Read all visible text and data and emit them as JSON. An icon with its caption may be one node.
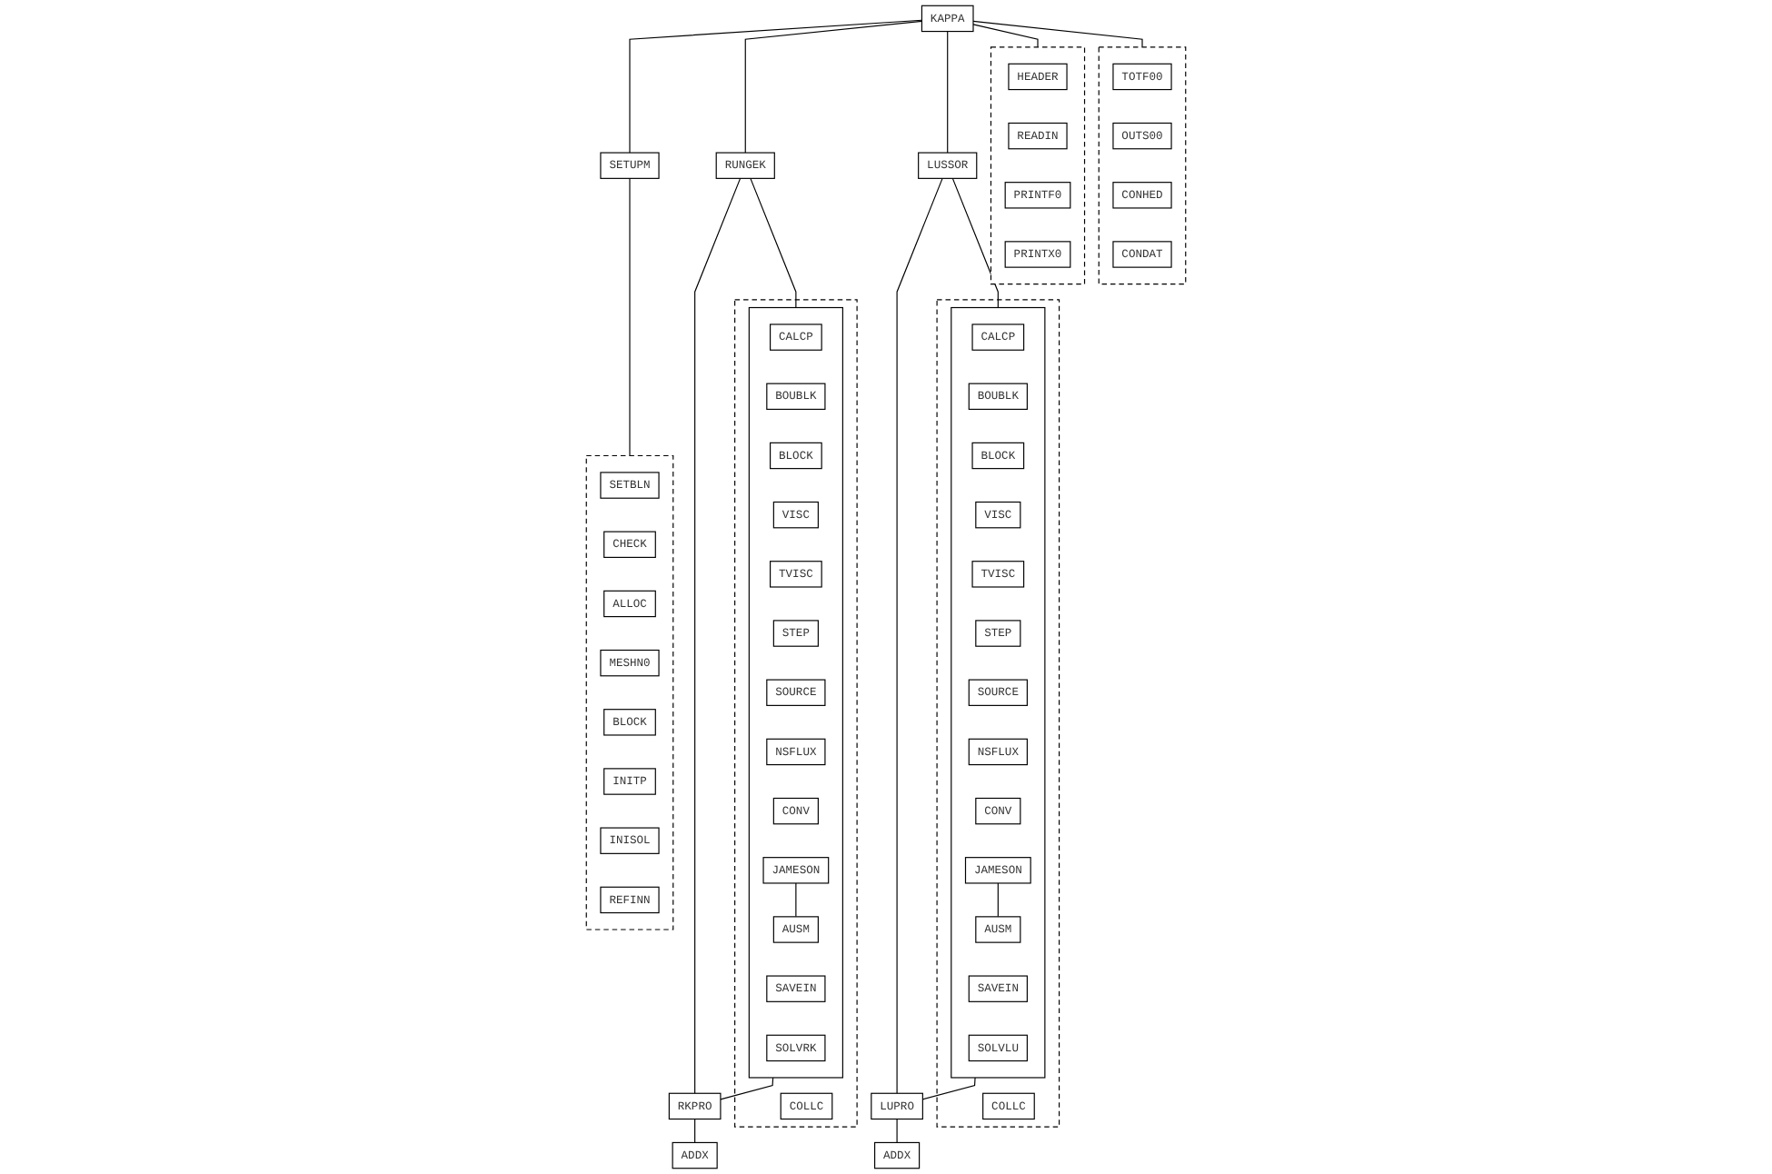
{
  "diagram": {
    "nodes": [
      {
        "text": [
          "KAPPA"
        ]
      },
      {
        "text": [],
        "shape": "box"
      },
      {
        "text": [
          "HEADER"
        ],
        "in": 1
      },
      {
        "text": [
          "READIN"
        ],
        "in": 1
      },
      {
        "text": [
          "PRINTF0"
        ],
        "in": 1
      },
      {
        "text": [
          "PRINTX0"
        ],
        "in": 1
      },
      {
        "text": [
          "SETUPM"
        ]
      },
      {
        "text": [],
        "shape": "box"
      },
      {
        "text": [
          "SETBLN"
        ],
        "in": 7
      },
      {
        "text": [
          "CHECK"
        ],
        "in": 7
      },
      {
        "text": [
          "ALLOC"
        ],
        "in": 7
      },
      {
        "text": [
          "MESHN0"
        ],
        "in": 7
      },
      {
        "text": [
          "BLOCK"
        ],
        "in": 7
      },
      {
        "text": [
          "INITP"
        ],
        "in": 7
      },
      {
        "text": [
          "INISOL"
        ],
        "in": 7
      },
      {
        "text": [
          "REFINN"
        ],
        "in": 7
      },
      {
        "text": [
          "RUNGEK"
        ]
      },
      {
        "text": [],
        "shape": "box"
      },
      {
        "text": [],
        "shape": "box",
        "in": 17
      },
      {
        "text": [
          "CALCP"
        ],
        "in": 18
      },
      {
        "text": [
          "BOUBLK"
        ],
        "in": 18
      },
      {
        "text": [
          "BLOCK"
        ],
        "in": 18
      },
      {
        "text": [
          "VISC"
        ],
        "in": 18
      },
      {
        "text": [
          "TVISC"
        ],
        "in": 18
      },
      {
        "text": [
          "STEP"
        ],
        "in": 18
      },
      {
        "text": [
          "SOURCE"
        ],
        "in": 18
      },
      {
        "text": [
          "NSFLUX"
        ],
        "in": 18
      },
      {
        "text": [
          "CONV"
        ],
        "in": 18
      },
      {
        "text": [
          "JAMESON"
        ],
        "in": 18
      },
      {
        "text": [
          "AUSM"
        ],
        "in": 18
      },
      {
        "text": [
          "SAVEIN"
        ],
        "in": 18
      },
      {
        "text": [
          "SOLVRK"
        ],
        "in": 18
      },
      {
        "text": [
          "COLLC"
        ],
        "in": 17
      },
      {
        "text": [
          "RKPRO"
        ]
      },
      {
        "text": [
          "ADDX"
        ]
      },
      {
        "text": [
          "LUSSOR"
        ]
      },
      {
        "text": [],
        "shape": "box"
      },
      {
        "text": [],
        "shape": "box",
        "in": 36
      },
      {
        "text": [
          "CALCP"
        ],
        "in": 37
      },
      {
        "text": [
          "BOUBLK"
        ],
        "in": 37
      },
      {
        "text": [
          "BLOCK"
        ],
        "in": 37
      },
      {
        "text": [
          "VISC"
        ],
        "in": 37
      },
      {
        "text": [
          "TVISC"
        ],
        "in": 37
      },
      {
        "text": [
          "STEP"
        ],
        "in": 37
      },
      {
        "text": [
          "SOURCE"
        ],
        "in": 37
      },
      {
        "text": [
          "NSFLUX"
        ],
        "in": 37
      },
      {
        "text": [
          "CONV"
        ],
        "in": 37
      },
      {
        "text": [
          "JAMESON"
        ],
        "in": 37
      },
      {
        "text": [
          "AUSM"
        ],
        "in": 37
      },
      {
        "text": [
          "SAVEIN"
        ],
        "in": 37
      },
      {
        "text": [
          "SOLVLU"
        ],
        "in": 37
      },
      {
        "text": [
          "COLLC"
        ],
        "in": 36
      },
      {
        "text": [
          "LUPRO"
        ]
      },
      {
        "text": [
          "ADDX"
        ]
      },
      {
        "text": [],
        "shape": "box"
      },
      {
        "text": [
          "TOTF00"
        ],
        "in": 54
      },
      {
        "text": [
          "OUTS00"
        ],
        "in": 54
      },
      {
        "text": [
          "CONHED"
        ],
        "in": 54
      },
      {
        "text": [
          "CONDAT"
        ],
        "in": 54
      }
    ],
    "edges": [
      {
        "from": 0,
        "to": 1,
        "arrow": "none"
      },
      {
        "from": 0,
        "to": 6,
        "arrow": "none"
      },
      {
        "from": 0,
        "to": 16,
        "arrow": "none"
      },
      {
        "from": 0,
        "to": 35,
        "arrow": "none"
      },
      {
        "from": 0,
        "to": 54,
        "arrow": "none"
      },
      {
        "from": 6,
        "to": 7,
        "arrow": "none"
      },
      {
        "from": 16,
        "to": 18,
        "arrow": "none"
      },
      {
        "from": 16,
        "to": 33,
        "arrow": "none"
      },
      {
        "from": 18,
        "to": 33,
        "arrow": "none"
      },
      {
        "from": 33,
        "to": 34,
        "arrow": "none"
      },
      {
        "from": 28,
        "to": 29,
        "arrow": "none"
      },
      {
        "from": 35,
        "to": 37,
        "arrow": "none"
      },
      {
        "from": 35,
        "to": 52,
        "arrow": "none"
      },
      {
        "from": 37,
        "to": 52,
        "arrow": "none"
      },
      {
        "from": 52,
        "to": 53,
        "arrow": "none"
      },
      {
        "from": 47,
        "to": 48,
        "arrow": "none"
      }
    ]
  }
}
